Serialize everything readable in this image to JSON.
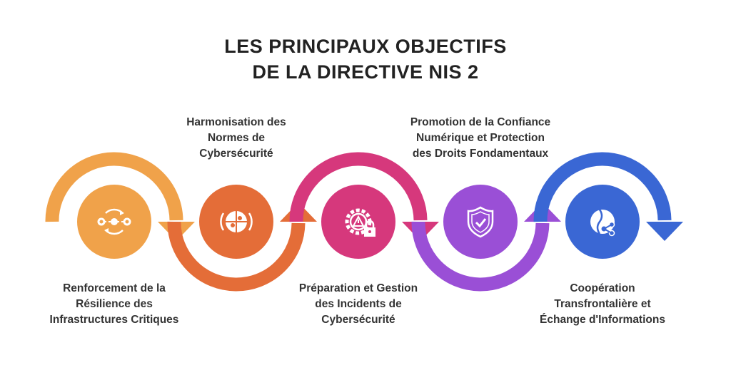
{
  "title": {
    "line1": "LES PRINCIPAUX OBJECTIFS",
    "line2": "DE LA DIRECTIVE NIS 2"
  },
  "steps": [
    {
      "lines": [
        "Renforcement de la",
        "Résilience des",
        "Infrastructures Critiques"
      ],
      "color": "#F0A24A",
      "icon": "process-cycle-icon",
      "label_position": "below"
    },
    {
      "lines": [
        "Harmonisation des",
        "Normes de",
        "Cybersécurité"
      ],
      "color": "#E46D38",
      "icon": "puzzle-globe-icon",
      "label_position": "above"
    },
    {
      "lines": [
        "Préparation et Gestion",
        "des Incidents de",
        "Cybersécurité"
      ],
      "color": "#D6387C",
      "icon": "gear-alert-lock-icon",
      "label_position": "below"
    },
    {
      "lines": [
        "Promotion de la Confiance",
        "Numérique et Protection",
        "des Droits Fondamentaux"
      ],
      "color": "#9A4FD6",
      "icon": "shield-check-icon",
      "label_position": "above"
    },
    {
      "lines": [
        "Coopération",
        "Transfrontalière et",
        "Échange d'Informations"
      ],
      "color": "#3A67D4",
      "icon": "globe-share-icon",
      "label_position": "below"
    }
  ]
}
